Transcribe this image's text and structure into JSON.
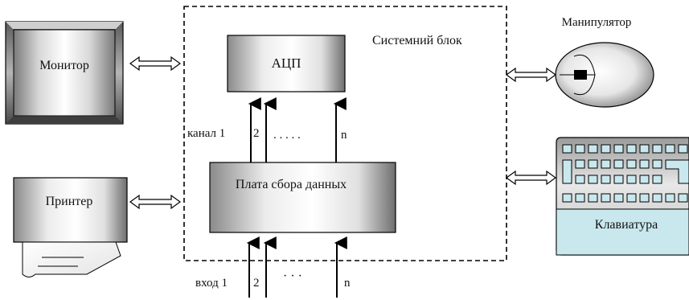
{
  "system_unit": {
    "label": "Системний блок"
  },
  "adc": {
    "label": "АЦП"
  },
  "daq_board": {
    "label": "Плата сбора данных"
  },
  "monitor": {
    "label": "Монитор"
  },
  "printer": {
    "label": "Принтер"
  },
  "mouse": {
    "label": "Манипулятор"
  },
  "keyboard": {
    "label": "Клавиатура"
  },
  "channels": {
    "first": "канал 1",
    "second": "2",
    "dots": ". . . . .",
    "last": "n"
  },
  "inputs": {
    "first": "вход 1",
    "second": "2",
    "dots": "· · ·",
    "last": "n"
  }
}
